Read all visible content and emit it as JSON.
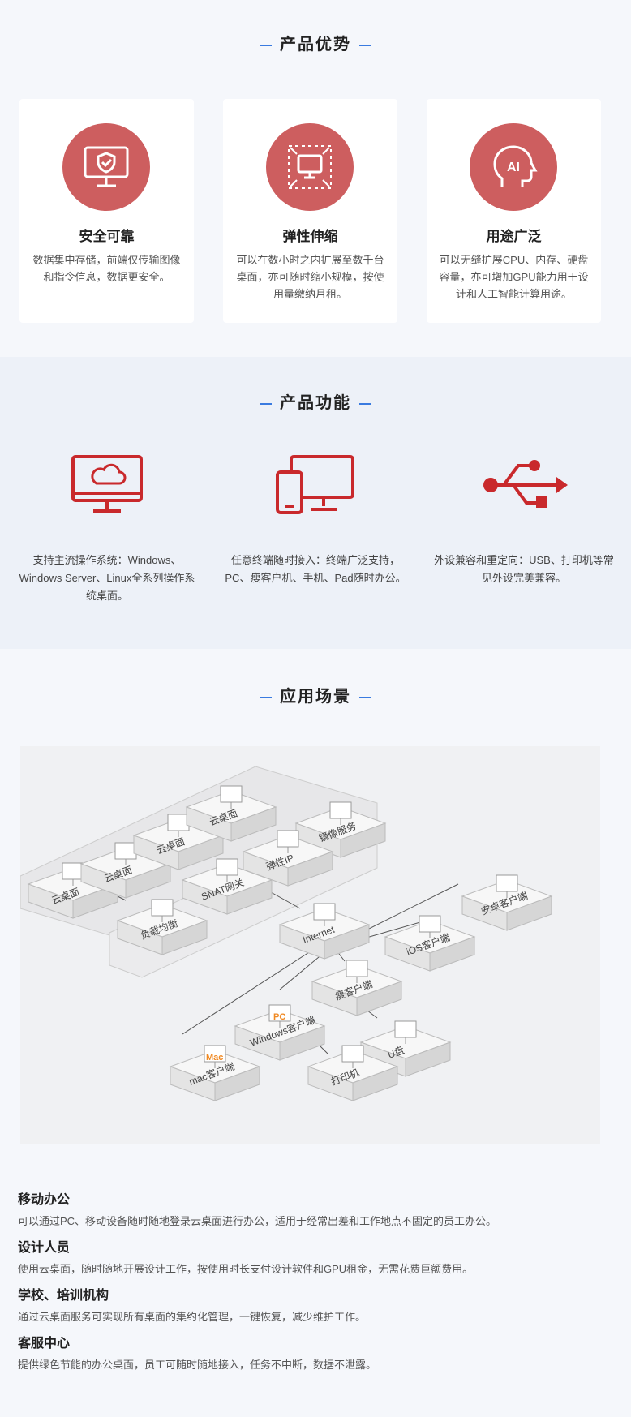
{
  "advantages": {
    "title": "产品优势",
    "cards": [
      {
        "icon": "shield-monitor-icon",
        "title": "安全可靠",
        "desc": "数据集中存储，前端仅传输图像和指令信息，数据更安全。"
      },
      {
        "icon": "scale-monitor-icon",
        "title": "弹性伸缩",
        "desc": "可以在数小时之内扩展至数千台桌面，亦可随时缩小规模，按使用量缴纳月租。"
      },
      {
        "icon": "ai-head-icon",
        "title": "用途广泛",
        "desc": "可以无缝扩展CPU、内存、硬盘容量，亦可增加GPU能力用于设计和人工智能计算用途。"
      }
    ]
  },
  "functions": {
    "title": "产品功能",
    "items": [
      {
        "icon": "cloud-monitor-icon",
        "desc": "支持主流操作系统：Windows、Windows Server、Linux全系列操作系统桌面。"
      },
      {
        "icon": "multi-device-icon",
        "desc": "任意终端随时接入：终端广泛支持，PC、瘦客户机、手机、Pad随时办公。"
      },
      {
        "icon": "usb-icon",
        "desc": "外设兼容和重定向：USB、打印机等常见外设完美兼容。"
      }
    ]
  },
  "scenarios": {
    "title": "应用场景",
    "diagram_labels": {
      "desktop1": "云桌面",
      "desktop2": "云桌面",
      "desktop3": "云桌面",
      "desktop4": "云桌面",
      "mirror": "镜像服务",
      "eip": "弹性IP",
      "snat": "SNAT网关",
      "lb": "负载均衡",
      "internet": "Internet",
      "android": "安卓客户端",
      "ios": "iOS客户端",
      "thin": "瘦客户端",
      "windows": "Windows客户端",
      "usb": "U盘",
      "printer": "打印机",
      "mac": "mac客户端",
      "pc_badge": "PC",
      "mac_badge": "Mac"
    },
    "items": [
      {
        "title": "移动办公",
        "desc": "可以通过PC、移动设备随时随地登录云桌面进行办公，适用于经常出差和工作地点不固定的员工办公。"
      },
      {
        "title": "设计人员",
        "desc": "使用云桌面，随时随地开展设计工作，按使用时长支付设计软件和GPU租金，无需花费巨额费用。"
      },
      {
        "title": "学校、培训机构",
        "desc": "通过云桌面服务可实现所有桌面的集约化管理，一键恢复，减少维护工作。"
      },
      {
        "title": "客服中心",
        "desc": "提供绿色节能的办公桌面，员工可随时随地接入，任务不中断，数据不泄露。"
      }
    ]
  },
  "colors": {
    "accent_blue": "#3a7be0",
    "icon_red": "#c9292c",
    "circle_red": "#cd5e5f"
  }
}
